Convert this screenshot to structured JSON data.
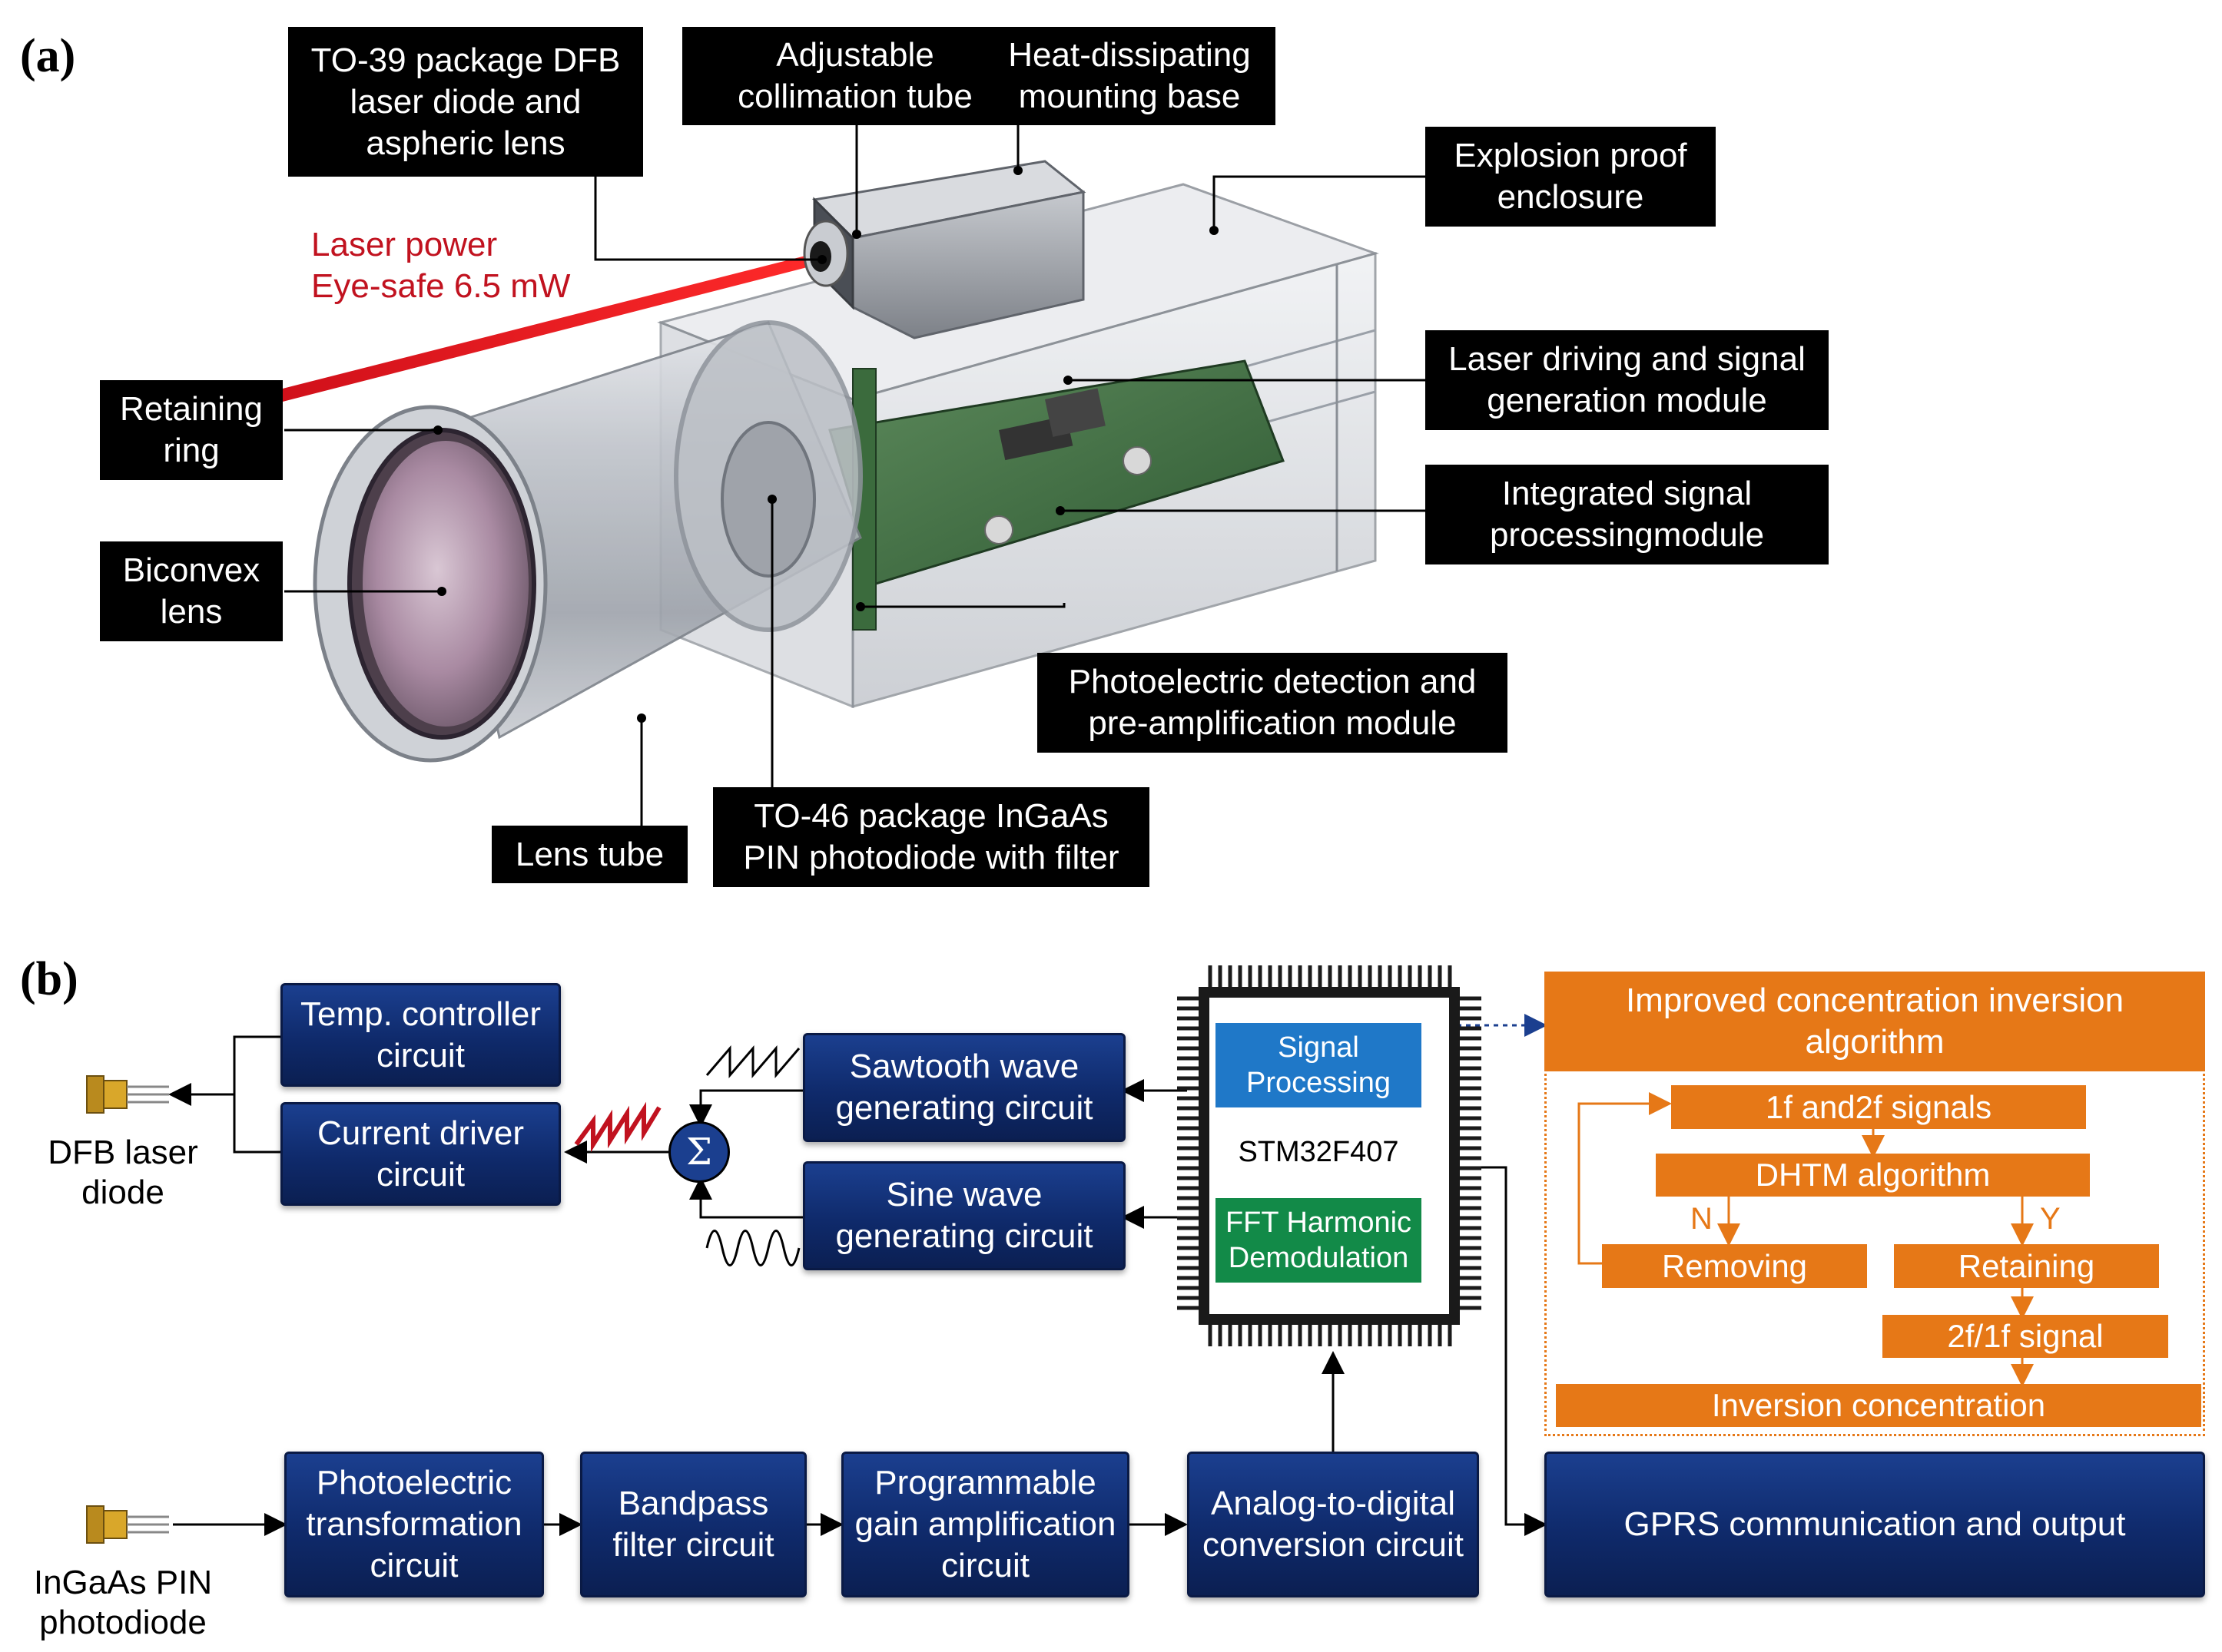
{
  "panel_a": {
    "letter": "(a)",
    "laser_power": "Laser power\nEye-safe 6.5 mW",
    "callouts": {
      "to39": "TO-39 package DFB\nlaser diode and\naspheric lens",
      "collimation": "Adjustable\ncollimation tube",
      "heat_base": "Heat-dissipating\nmounting base",
      "enclosure": "Explosion proof\nenclosure",
      "retaining": "Retaining\nring",
      "biconvex": "Biconvex\nlens",
      "laser_driving": "Laser driving and signal\ngeneration module",
      "integrated": "Integrated signal\nprocessingmodule",
      "photoelectric": "Photoelectric detection and\npre-amplification module",
      "lens_tube": "Lens tube",
      "to46": "TO-46 package InGaAs\nPIN photodiode with filter"
    }
  },
  "panel_b": {
    "letter": "(b)",
    "dfb_label": "DFB laser\ndiode",
    "pin_label": "InGaAs PIN\nphotodiode",
    "sigma": "Σ",
    "blocks": {
      "temp": "Temp. controller\ncircuit",
      "current": "Current driver\ncircuit",
      "sawtooth": "Sawtooth wave\ngenerating circuit",
      "sine": "Sine wave\ngenerating circuit",
      "photoelectric": "Photoelectric\ntransformation\ncircuit",
      "bandpass": "Bandpass\nfilter circuit",
      "pga": "Programmable\ngain amplification\ncircuit",
      "adc": "Analog-to-digital\nconversion circuit",
      "gprs": "GPRS communication and output"
    },
    "chip": {
      "signal_processing": "Signal\nProcessing",
      "model": "STM32F407",
      "fft": "FFT Harmonic\nDemodulation"
    },
    "algorithm": {
      "title": "Improved concentration inversion\nalgorithm",
      "step1": "1f and2f signals",
      "step2": "DHTM algorithm",
      "removing": "Removing",
      "retaining": "Retaining",
      "ratio": "2f/1f signal",
      "inversion": "Inversion concentration",
      "n": "N",
      "y": "Y"
    }
  },
  "colors": {
    "block_blue": "#0f2a6b",
    "orange": "#e67817",
    "laser_red": "#c1121f",
    "chip_blue": "#1f78c8",
    "chip_green": "#128a48"
  }
}
